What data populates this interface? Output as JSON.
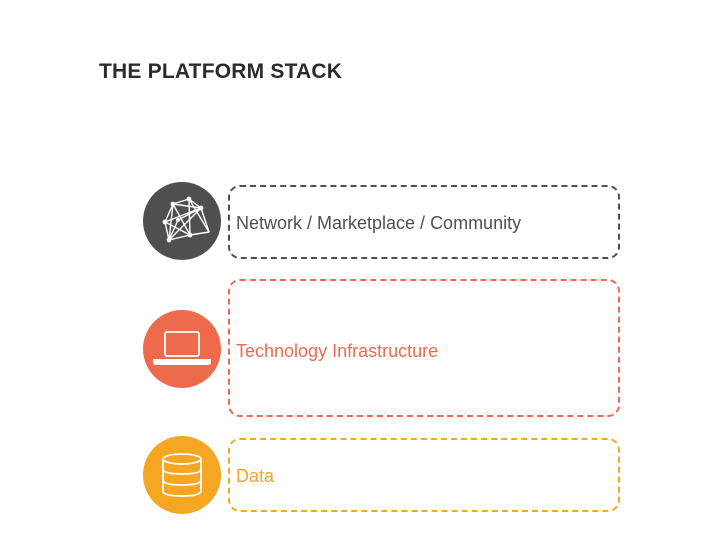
{
  "title": "THE PLATFORM STACK",
  "colors": {
    "network": "#4f4f4f",
    "technology": "#ee6a4c",
    "data": "#f5a623",
    "title": "#2b2b2b"
  },
  "layers": [
    {
      "label": "Network / Marketplace / Community",
      "icon": "network-graph-icon",
      "color": "#4f4f4f"
    },
    {
      "label": "Technology Infrastructure",
      "icon": "laptop-icon",
      "color": "#ee6a4c"
    },
    {
      "label": "Data",
      "icon": "database-icon",
      "color": "#f5a623"
    }
  ]
}
